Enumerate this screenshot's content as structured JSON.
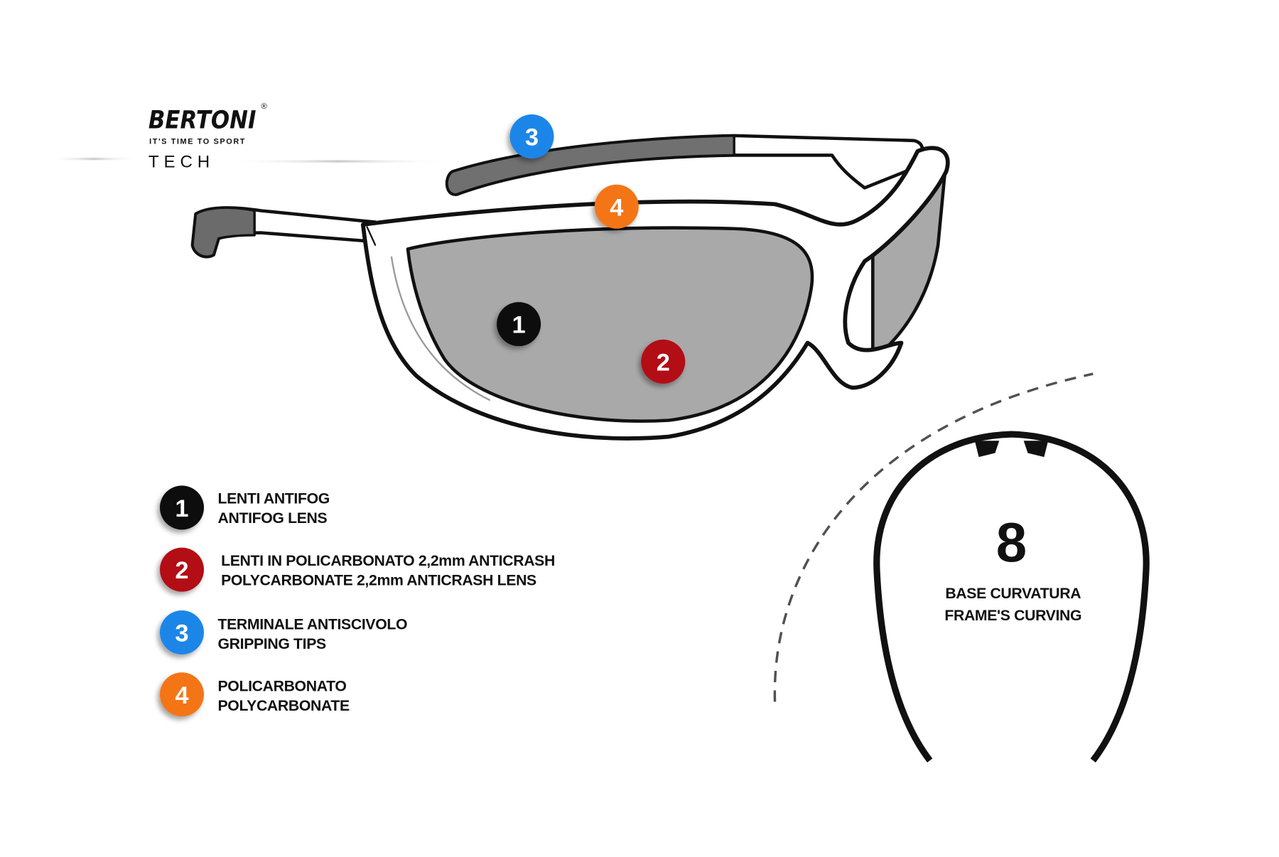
{
  "brand": {
    "name": "BERTONI",
    "registered": "®",
    "tagline": "IT'S TIME TO SPORT",
    "section": "TECH"
  },
  "markers": [
    {
      "number": "1",
      "color": "#0a0a0a"
    },
    {
      "number": "2",
      "color": "#b30d12"
    },
    {
      "number": "3",
      "color": "#1a86e8"
    },
    {
      "number": "4",
      "color": "#f47415"
    }
  ],
  "legend": [
    {
      "number": "1",
      "line1": "LENTI ANTIFOG",
      "line2": "ANTIFOG LENS"
    },
    {
      "number": "2",
      "line1": "LENTI IN POLICARBONATO 2,2mm ANTICRASH",
      "line2": "POLYCARBONATE 2,2mm ANTICRASH LENS"
    },
    {
      "number": "3",
      "line1": "TERMINALE ANTISCIVOLO",
      "line2": "GRIPPING TIPS"
    },
    {
      "number": "4",
      "line1": "POLICARBONATO",
      "line2": "POLYCARBONATE"
    }
  ],
  "curvature": {
    "value": "8",
    "line1": "BASE CURVATURA",
    "line2": "FRAME'S CURVING"
  }
}
